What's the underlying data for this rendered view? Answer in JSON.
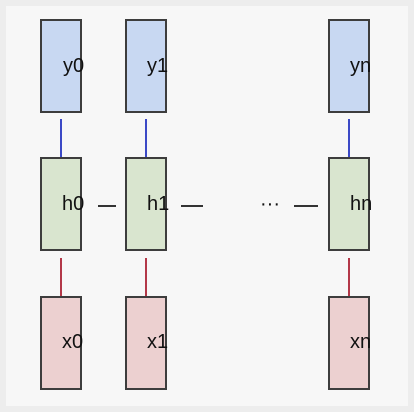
{
  "columns": [
    {
      "output": "y0",
      "hidden": "h0",
      "input": "x0"
    },
    {
      "output": "y1",
      "hidden": "h1",
      "input": "x1"
    },
    {
      "output": "yn",
      "hidden": "hn",
      "input": "xn"
    }
  ],
  "ellipsis": "···",
  "colors": {
    "output_fill": "#c8d8f2",
    "hidden_fill": "#d9e5cf",
    "input_fill": "#ecd0d0",
    "up_line": "#3b49c6",
    "down_line": "#b33848"
  }
}
